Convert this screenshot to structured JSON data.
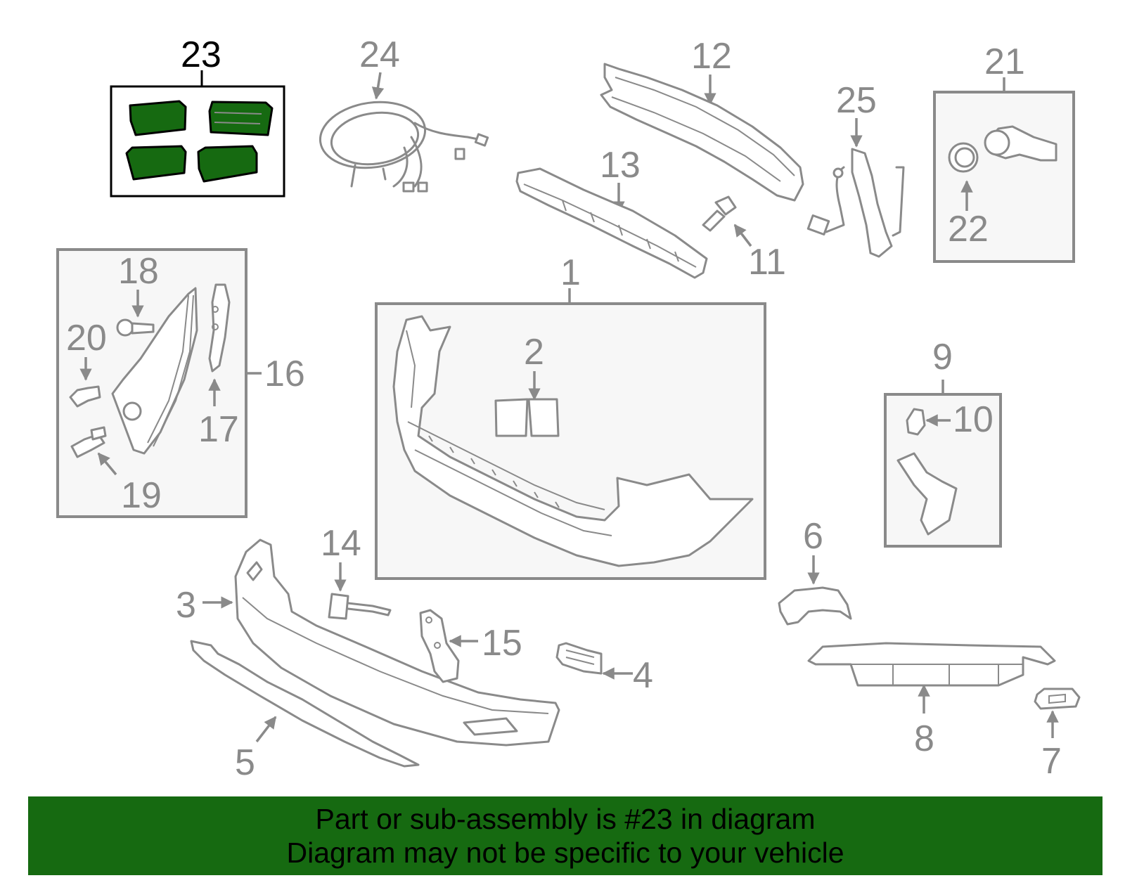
{
  "diagram": {
    "highlight_color": "#166a11",
    "line_color": "#8a8a8a",
    "highlighted_part": "23",
    "callouts": [
      "1",
      "2",
      "3",
      "4",
      "5",
      "6",
      "7",
      "8",
      "9",
      "10",
      "11",
      "12",
      "13",
      "14",
      "15",
      "16",
      "17",
      "18",
      "19",
      "20",
      "21",
      "22",
      "23",
      "24",
      "25"
    ]
  },
  "footer": {
    "line1": "Part or sub-assembly is #23 in diagram",
    "line2": "Diagram may not be specific to your vehicle"
  }
}
